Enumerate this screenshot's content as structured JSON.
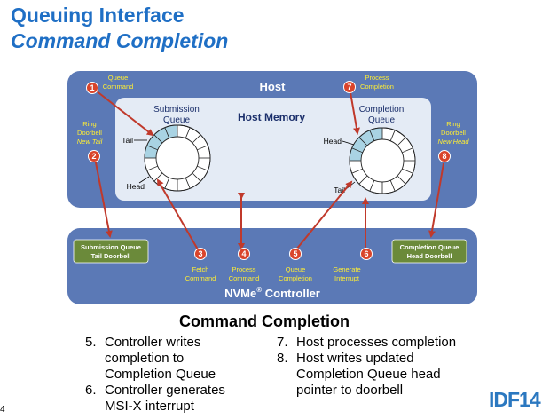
{
  "title": {
    "line1": "Queuing Interface",
    "line2": "Command Completion"
  },
  "host": {
    "label": "Host",
    "memory_label": "Host Memory"
  },
  "submission_queue": {
    "label_line1": "Submission",
    "label_line2": "Queue",
    "tail": "Tail",
    "head": "Head"
  },
  "completion_queue": {
    "label_line1": "Completion",
    "label_line2": "Queue",
    "tail": "Tail",
    "head": "Head"
  },
  "controller": {
    "label": "NVMe",
    "mark": "®",
    "label2": " Controller"
  },
  "doorbells": {
    "sq": [
      "Submission Queue",
      "Tail Doorbell"
    ],
    "cq": [
      "Completion Queue",
      "Head Doorbell"
    ]
  },
  "callouts": [
    {
      "num": "1",
      "lines": [
        "Queue",
        "Command"
      ]
    },
    {
      "num": "2",
      "lines": [
        "Ring",
        "Doorbell",
        "New Tail"
      ]
    },
    {
      "num": "3",
      "lines": [
        "Fetch",
        "Command"
      ]
    },
    {
      "num": "4",
      "lines": [
        "Process",
        "Command"
      ]
    },
    {
      "num": "5",
      "lines": [
        "Queue",
        "Completion"
      ]
    },
    {
      "num": "6",
      "lines": [
        "Generate",
        "Interrupt"
      ]
    },
    {
      "num": "7",
      "lines": [
        "Process",
        "Completion"
      ]
    },
    {
      "num": "8",
      "lines": [
        "Ring",
        "Doorbell",
        "New Head"
      ]
    }
  ],
  "subtitle": "Command Completion",
  "steps_left": [
    {
      "num": "5.",
      "text": "Controller writes completion to Completion Queue"
    },
    {
      "num": "6.",
      "text": "Controller generates MSI-X interrupt"
    }
  ],
  "steps_right": [
    {
      "num": "7.",
      "text": "Host processes completion"
    },
    {
      "num": "8.",
      "text": "Host writes updated Completion Queue head pointer to doorbell"
    }
  ],
  "page_number": "4",
  "logo": "IDF14",
  "colors": {
    "title": "#1f6fc5",
    "box": "#5b79b6",
    "inner": "#e4ebf5",
    "arrow": "#d9442b",
    "callout_text": "#ffee33",
    "doorbell": "#6b8a3a"
  }
}
